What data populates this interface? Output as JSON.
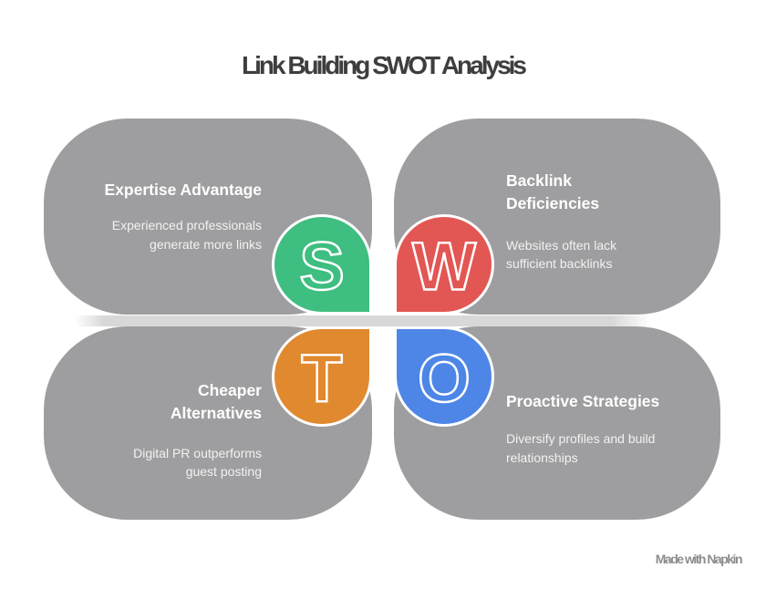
{
  "title": "Link Building SWOT Analysis",
  "watermark": "Made with Napkin",
  "quadrants": {
    "strengths": {
      "letter": "S",
      "heading": "Expertise Advantage",
      "body": "Experienced professionals generate more links",
      "color": "#3ebe80"
    },
    "weaknesses": {
      "letter": "W",
      "heading": "Backlink Deficiencies",
      "body": "Websites often lack sufficient backlinks",
      "color": "#e25653"
    },
    "threats": {
      "letter": "T",
      "heading": "Cheaper Alternatives",
      "body": "Digital PR outperforms guest posting",
      "color": "#e0892f"
    },
    "opportunities": {
      "letter": "O",
      "heading": "Proactive Strategies",
      "body": "Diversify profiles and build relationships",
      "color": "#4d86e6"
    }
  },
  "colors": {
    "card": "#9e9ea0",
    "band": "#d8d8d8",
    "title_text": "#3e3e3e",
    "watermark_text": "#8d8d8d",
    "text_on_card": "#ffffff"
  }
}
